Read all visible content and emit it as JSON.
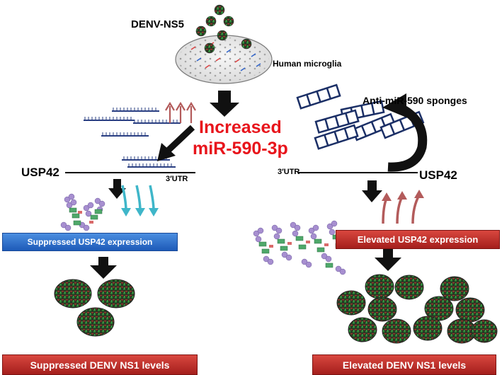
{
  "top": {
    "virus_label": "DENV-NS5",
    "cell_label": "Human microglia"
  },
  "left": {
    "increased_line1": "Increased",
    "increased_line2": "miR-590-3p",
    "gene_label": "USP42",
    "utr_label": "3′UTR",
    "expression_box": "Suppressed USP42 expression",
    "ns1_box": "Suppressed DENV NS1 levels"
  },
  "right": {
    "sponge_label": "Anti-miR-590  sponges",
    "gene_label": "USP42",
    "utr_label": "3′UTR",
    "expression_box": "Elevated USP42 expression",
    "ns1_box": "Elevated DENV NS1 levels"
  },
  "colors": {
    "red_text": "#e8141b",
    "blue_box": "#2563c0",
    "red_box": "#b52a25",
    "teal_arrow": "#3fb6c9",
    "mauve_arrow": "#b35b5b"
  }
}
